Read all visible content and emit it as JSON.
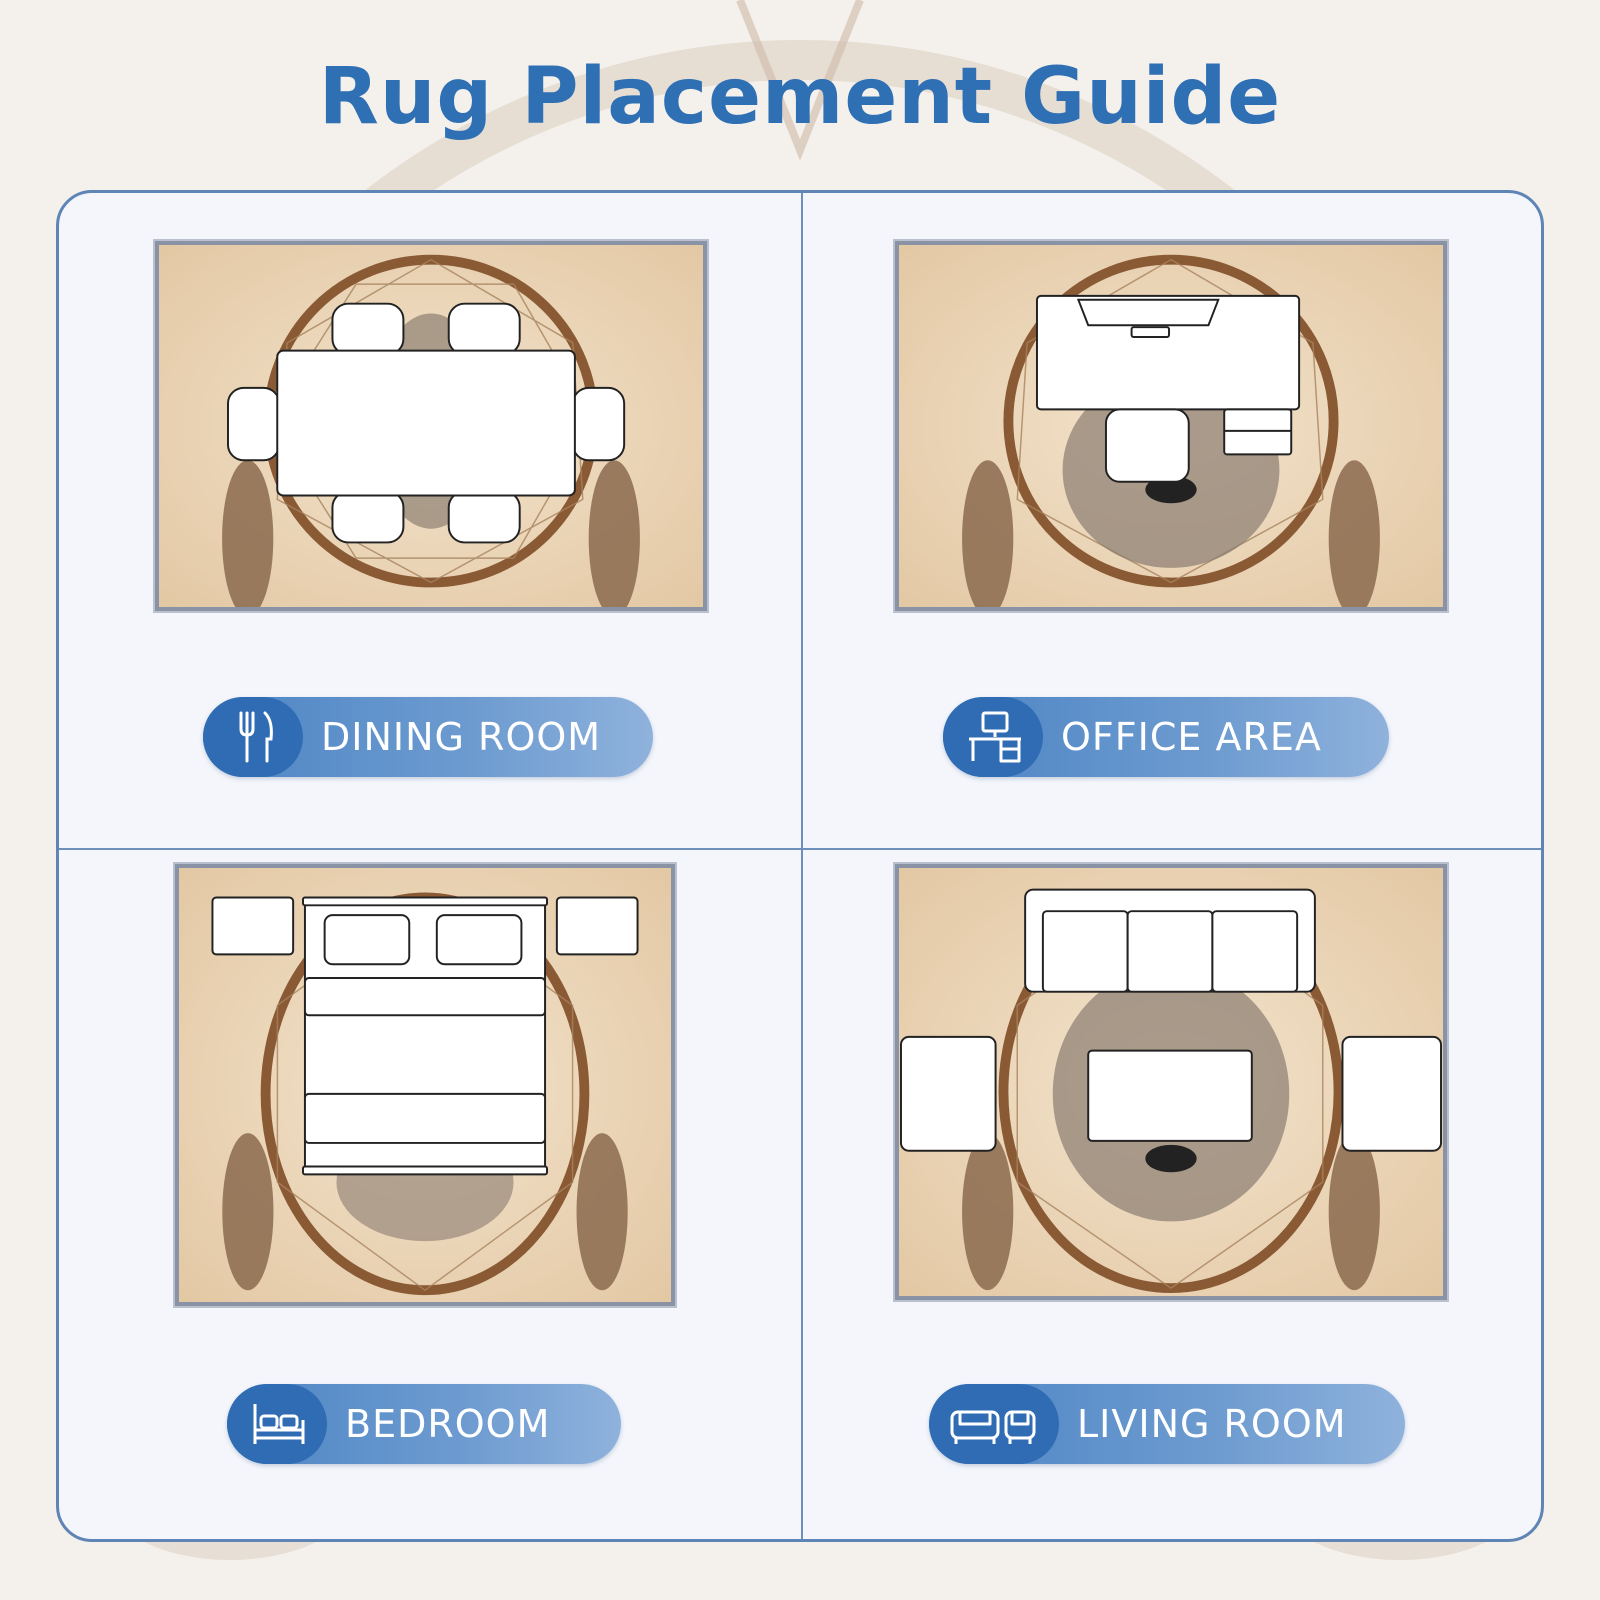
{
  "title": "Rug Placement Guide",
  "colors": {
    "accent": "#2f6fb3",
    "pill_dark": "#2f6cb3",
    "pill_light": "#8fb2dc",
    "panel_border": "#5f84b6"
  },
  "rooms": [
    {
      "label": "DINING ROOM",
      "icon": "fork-knife-icon"
    },
    {
      "label": "OFFICE AREA",
      "icon": "desk-computer-icon"
    },
    {
      "label": "BEDROOM",
      "icon": "bed-icon"
    },
    {
      "label": "LIVING ROOM",
      "icon": "sofa-armchair-icon"
    }
  ]
}
